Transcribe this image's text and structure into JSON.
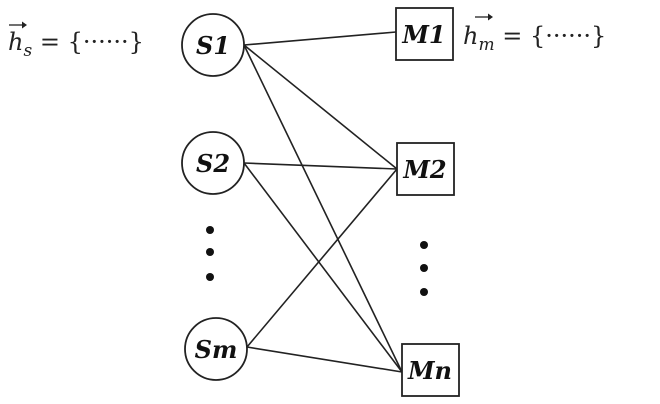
{
  "diagram": {
    "source_nodes": [
      {
        "id": "s1",
        "label": "S1"
      },
      {
        "id": "s2",
        "label": "S2"
      },
      {
        "id": "sm",
        "label": "Sm"
      }
    ],
    "target_nodes": [
      {
        "id": "m1",
        "label": "M1"
      },
      {
        "id": "m2",
        "label": "M2"
      },
      {
        "id": "mn",
        "label": "Mn"
      }
    ],
    "edges": [
      [
        "s1",
        "m1"
      ],
      [
        "s1",
        "m2"
      ],
      [
        "s1",
        "mn"
      ],
      [
        "s2",
        "m2"
      ],
      [
        "s2",
        "mn"
      ],
      [
        "sm",
        "m2"
      ],
      [
        "sm",
        "mn"
      ]
    ],
    "formula_source": {
      "var": "h",
      "sub": "s",
      "rest": " = {······}"
    },
    "formula_target": {
      "var": "h",
      "sub": "m",
      "rest": " = {······}"
    }
  }
}
